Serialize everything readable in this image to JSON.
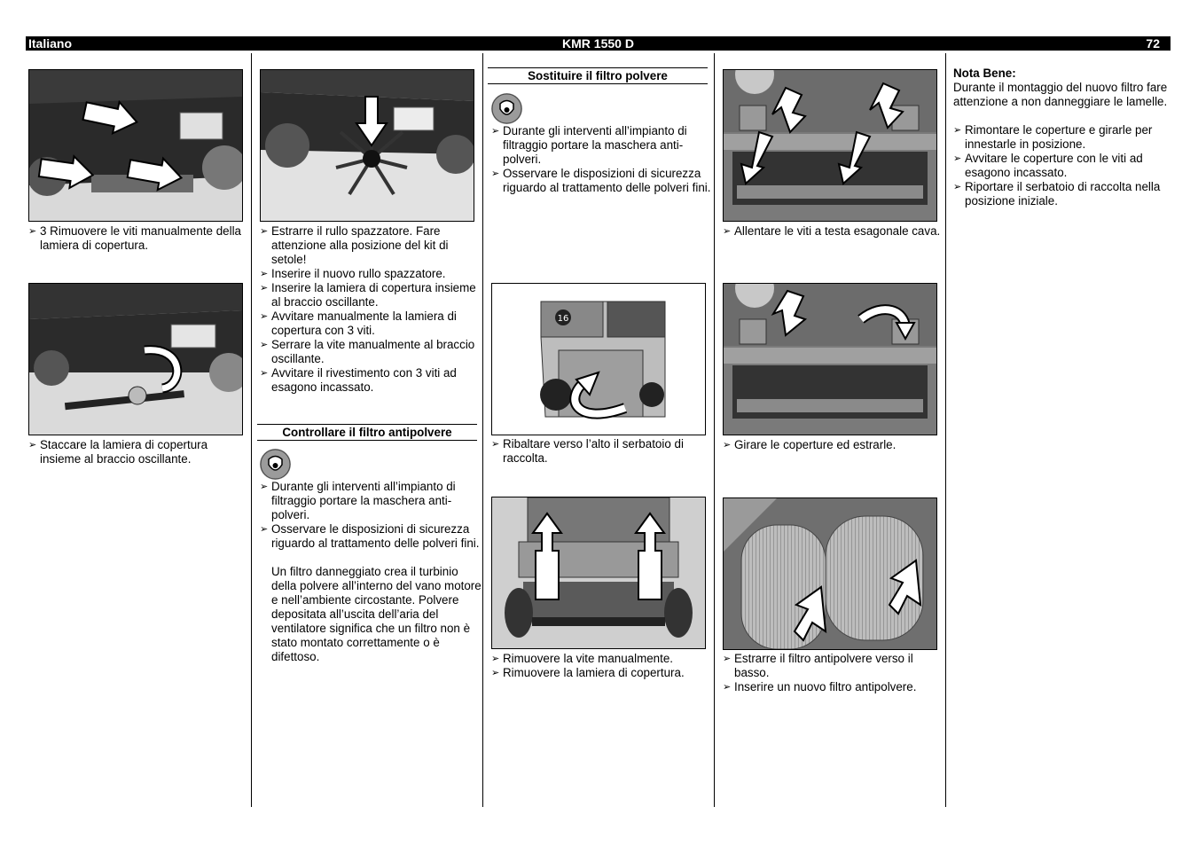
{
  "header": {
    "language": "Italiano",
    "model": "KMR 1550 D",
    "page": "72"
  },
  "icons": {
    "mask": "dust-mask-icon",
    "bullet": "arrowhead-bullet-icon"
  },
  "col1": {
    "cap1": [
      "3 Rimuovere le viti manualmente della lamiera di copertura."
    ],
    "cap2": [
      "Staccare la lamiera di copertura insieme al braccio oscillante."
    ]
  },
  "col2": {
    "steps": [
      "Estrarre il rullo spazzatore. Fare attenzione alla posizione del kit di setole!",
      "Inserire il nuovo rullo spazzatore.",
      "Inserire la lamiera di copertura insieme al braccio oscillante.",
      "Avvitare manualmente la lamiera di copertura con 3 viti.",
      "Serrare la vite manualmente al braccio oscillante.",
      "Avvitare il rivestimento con 3 viti ad esagono incassato."
    ],
    "section_title": "Controllare il filtro antipolvere",
    "safety": [
      "Durante gli interventi all’impianto di filtraggio portare la maschera anti-polveri.",
      "Osservare le disposizioni di sicurezza riguardo al trattamento delle polveri fini."
    ],
    "note": "Un filtro danneggiato crea il turbinio della polvere all’interno del vano motore e nell’ambiente circostante. Polvere depositata all’uscita dell’aria del ventilatore significa che un filtro non è stato montato correttamente o è difettoso."
  },
  "col3": {
    "section_title": "Sostituire il filtro polvere",
    "safety": [
      "Durante gli interventi all’impianto di filtraggio portare la maschera anti-polveri.",
      "Osservare le disposizioni di sicurezza riguardo al trattamento delle polveri fini."
    ],
    "cap1": [
      "Ribaltare verso l’alto il serbatoio di raccolta."
    ],
    "cap2": [
      "Rimuovere la vite manualmente.",
      "Rimuovere la lamiera di copertura."
    ],
    "photo_number": "16"
  },
  "col4": {
    "cap1": [
      "Allentare le viti a testa esagonale cava."
    ],
    "cap2": [
      "Girare le coperture ed estrarle."
    ],
    "cap3": [
      "Estrarre il filtro antipolvere verso il basso.",
      "Inserire un nuovo filtro antipolvere."
    ]
  },
  "col5": {
    "note_title": "Nota Bene:",
    "note_text": "Durante il montaggio del nuovo filtro fare attenzione a non danneggiare le lamelle.",
    "steps": [
      "Rimontare le coperture e girarle per innestarle in posizione.",
      "Avvitare le coperture con le viti ad esagono incassato.",
      "Riportare il serbatoio di raccolta nella posizione iniziale."
    ]
  }
}
